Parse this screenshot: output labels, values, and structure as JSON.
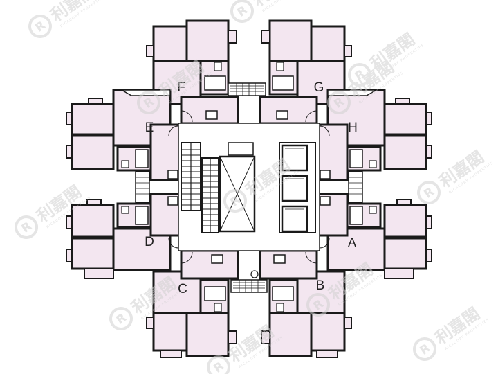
{
  "units": [
    {
      "id": "A",
      "label": "A"
    },
    {
      "id": "B",
      "label": "B"
    },
    {
      "id": "C",
      "label": "C"
    },
    {
      "id": "D",
      "label": "D"
    },
    {
      "id": "E",
      "label": "E"
    },
    {
      "id": "F",
      "label": "F"
    },
    {
      "id": "G",
      "label": "G"
    },
    {
      "id": "H",
      "label": "H"
    }
  ],
  "watermark": {
    "text": "利嘉閣",
    "subtext": "RICACORP PROPERTIES",
    "mark": "R"
  },
  "colors": {
    "room_fill": "#f3e6f0",
    "wall": "#1a1a1a",
    "core_fill": "#ffffff",
    "watermark": "#d2d2d2"
  }
}
